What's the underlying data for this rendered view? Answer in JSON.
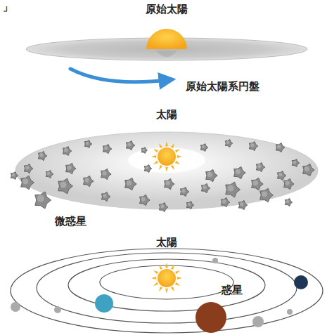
{
  "diagram": {
    "labels": [
      "」",
      "原始太陽",
      "原始太陽系円盤",
      "太陽",
      "微惑星",
      "太陽",
      "惑星"
    ]
  }
}
